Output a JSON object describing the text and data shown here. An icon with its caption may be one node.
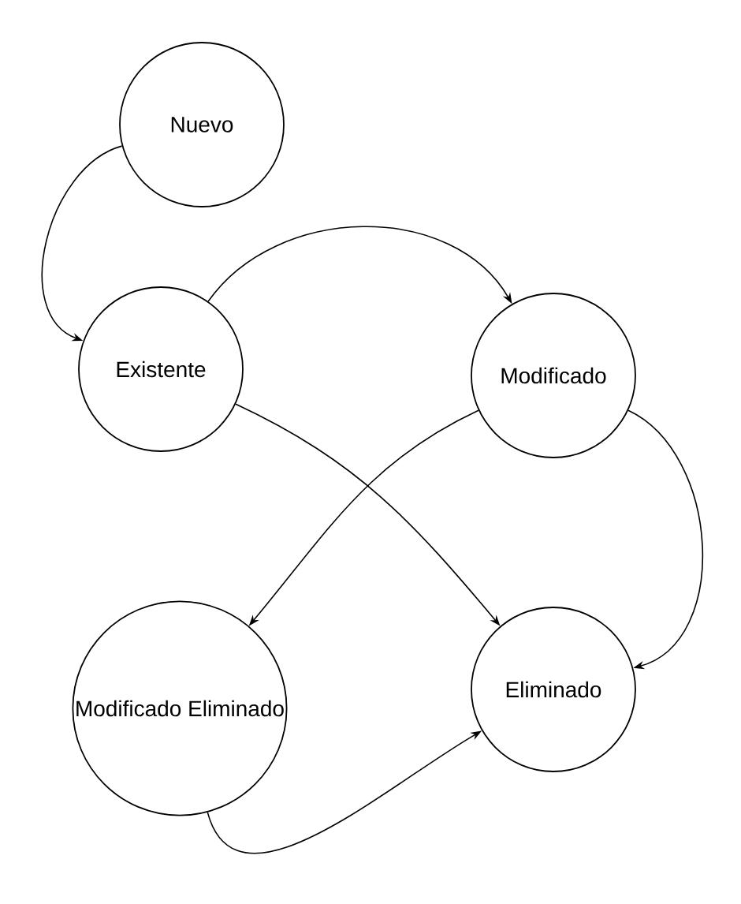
{
  "diagram": {
    "nodes": [
      {
        "text": [
          "Nuevo"
        ]
      },
      {
        "text": [
          "Existente"
        ]
      },
      {
        "text": [
          "Modificado"
        ]
      },
      {
        "text": [
          "Modificado Eliminado"
        ]
      },
      {
        "text": [
          "Eliminado"
        ]
      }
    ],
    "edges": [
      {
        "from": 0,
        "to": 1,
        "arrow": "to"
      },
      {
        "from": 1,
        "to": 2,
        "arrow": "to"
      },
      {
        "from": 1,
        "to": 4,
        "arrow": "to"
      },
      {
        "from": 2,
        "to": 3,
        "arrow": "to"
      },
      {
        "from": 2,
        "to": 4,
        "arrow": "to"
      },
      {
        "from": 3,
        "to": 4,
        "arrow": "to"
      }
    ]
  }
}
